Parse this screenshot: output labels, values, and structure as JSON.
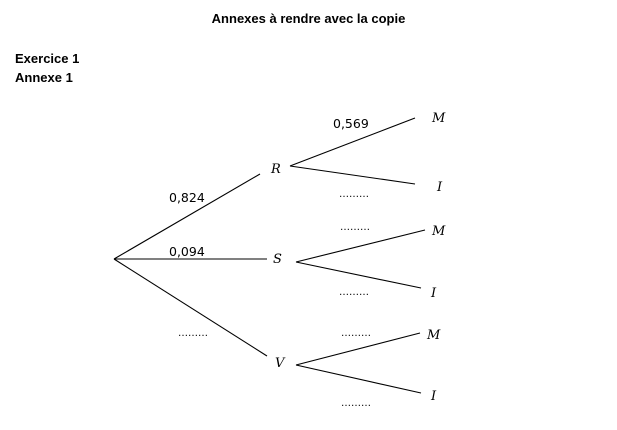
{
  "title": "Annexes à rendre avec la copie",
  "exercise": "Exercice 1",
  "annex": "Annexe 1",
  "tree": {
    "first_level": [
      {
        "node": "R",
        "prob": "0,824"
      },
      {
        "node": "S",
        "prob": "0,094"
      },
      {
        "node": "V",
        "prob": "………"
      }
    ],
    "second_level": {
      "R": [
        {
          "node": "M",
          "prob": "0,569"
        },
        {
          "node": "I",
          "prob": "………"
        }
      ],
      "S": [
        {
          "node": "M",
          "prob": "………"
        },
        {
          "node": "I",
          "prob": "………"
        }
      ],
      "V": [
        {
          "node": "M",
          "prob": "………"
        },
        {
          "node": "I",
          "prob": "………"
        }
      ]
    }
  }
}
